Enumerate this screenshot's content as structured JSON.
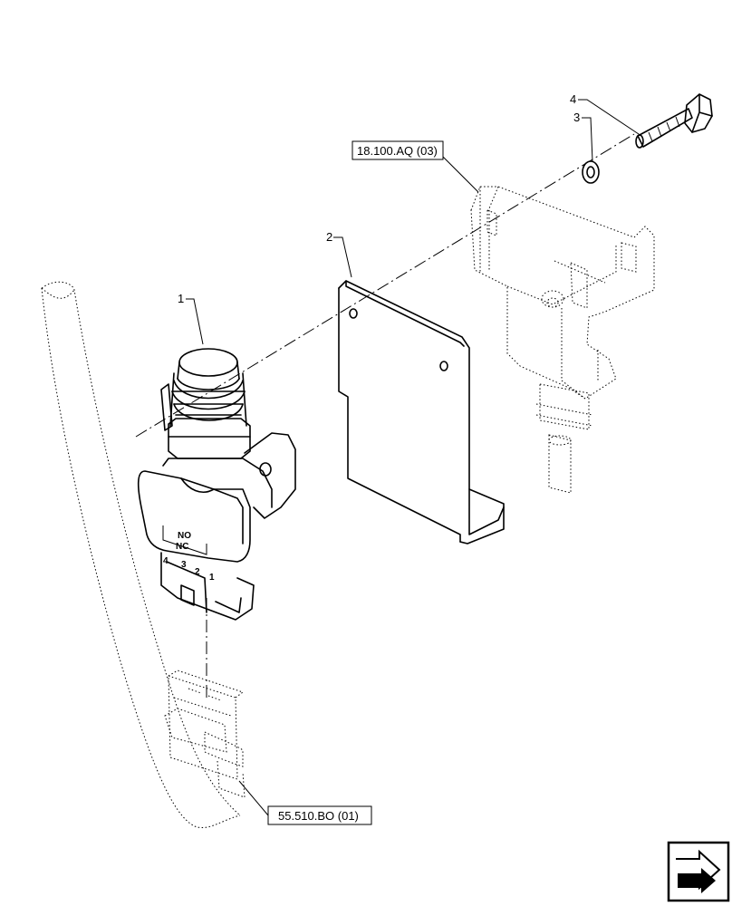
{
  "callouts": {
    "part1": "1",
    "part2": "2",
    "part3": "3",
    "part4": "4"
  },
  "references": {
    "bracket_ref": "18.100.AQ (03)",
    "harness_ref": "55.510.BO (01)"
  },
  "switch_marking": {
    "no": "NO",
    "nc": "NC",
    "pin4": "4",
    "pin3": "3",
    "pin2": "2",
    "pin1": "1"
  },
  "nav_icon": "next-page-arrow-icon"
}
